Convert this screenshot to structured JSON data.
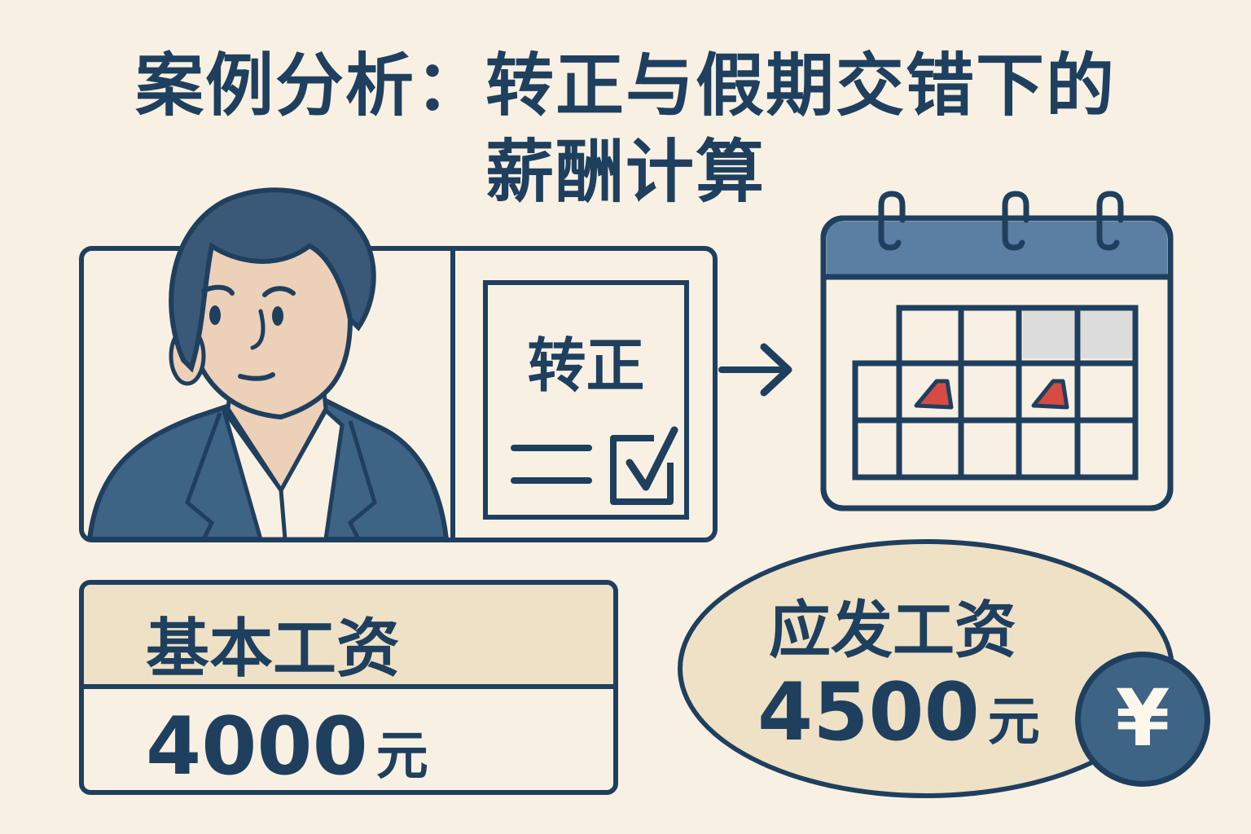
{
  "title": {
    "line1": "案例分析：转正与假期交错下的",
    "line2": "薪酬计算"
  },
  "employee_card": {
    "icon": "person-avatar",
    "document": {
      "label": "转正",
      "icon": "checkbox-checked-icon"
    }
  },
  "arrow": {
    "icon": "arrow-right-icon"
  },
  "calendar": {
    "icon": "calendar-icon",
    "header_color": "#5a7fa3",
    "highlight_color": "#d84b45",
    "shaded_color": "#dcdcdc",
    "markers": 2
  },
  "base_salary": {
    "label": "基本工资",
    "amount": "4000",
    "unit": "元"
  },
  "payable_salary": {
    "label": "应发工资",
    "amount": "4500",
    "unit": "元",
    "coin_symbol": "¥"
  },
  "colors": {
    "background": "#f8f0e2",
    "ink": "#1f3f5e",
    "accent_blue": "#3d6385",
    "panel_beige": "#efe1c6",
    "skin": "#ecd0b8"
  }
}
